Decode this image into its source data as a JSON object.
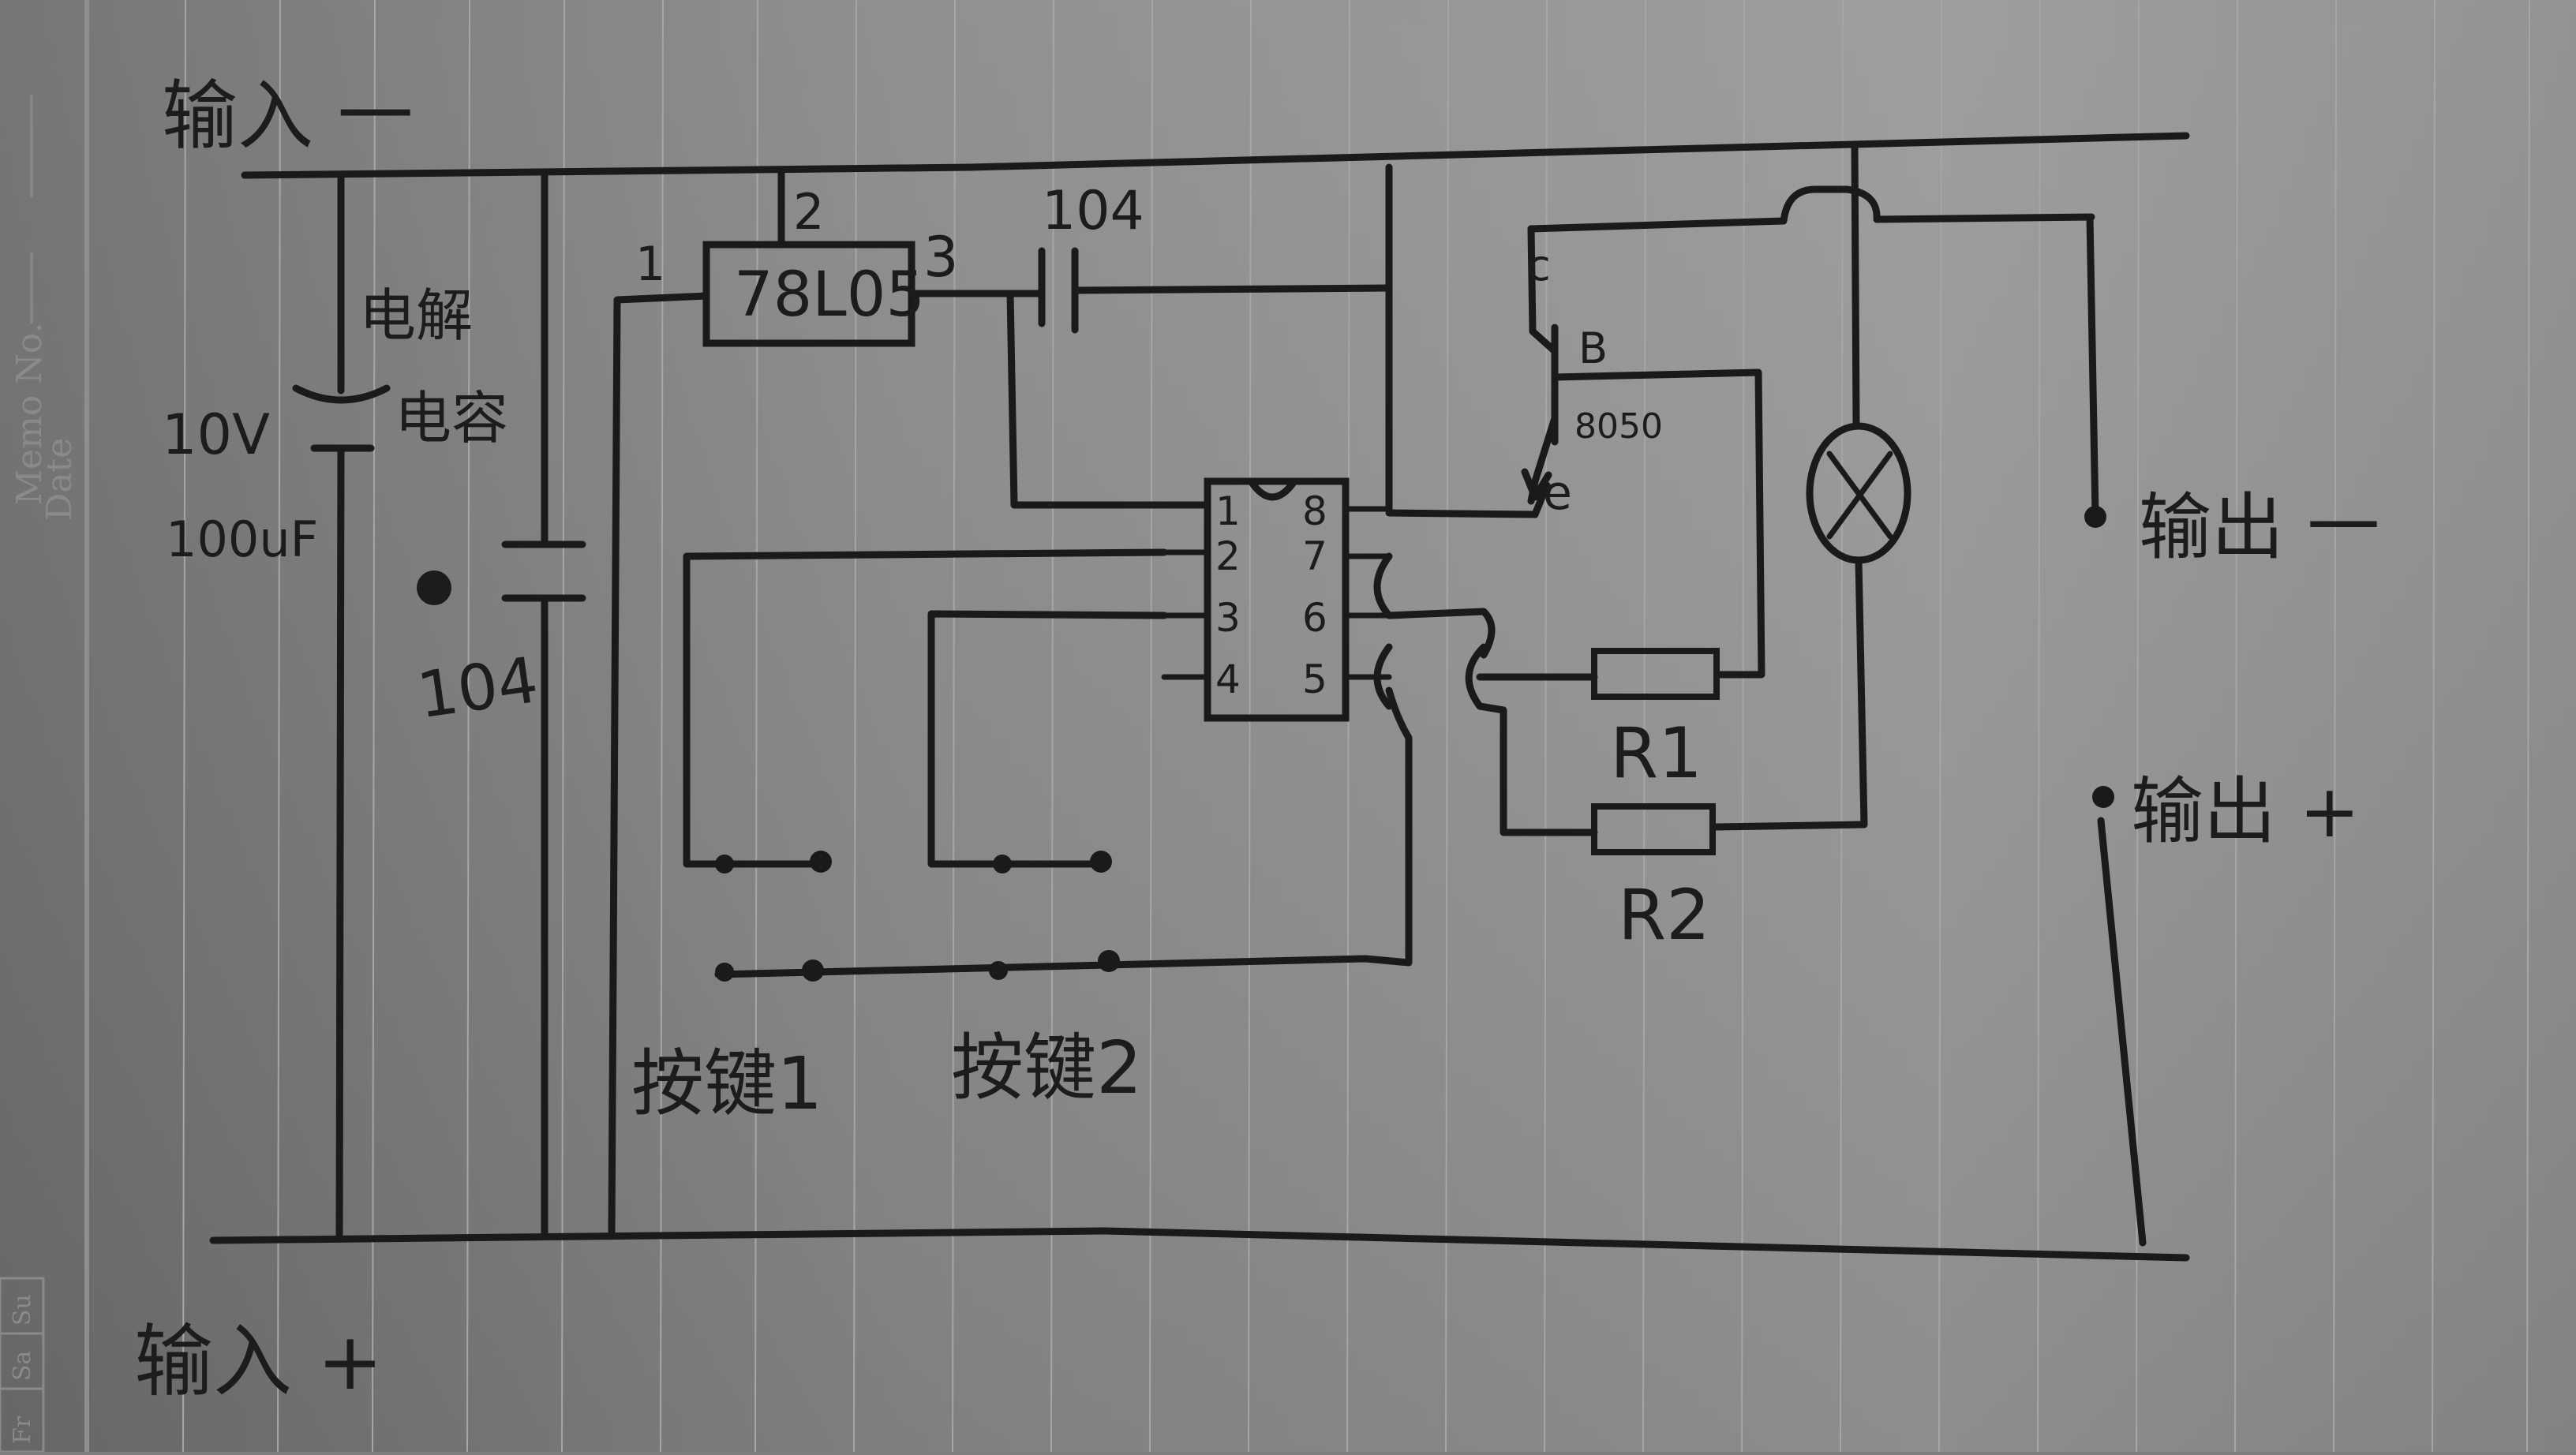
{
  "notebook": {
    "memo_no_label": "Memo No.",
    "date_label": "Date",
    "weekday_labels": [
      "Fr",
      "Sa",
      "Su"
    ]
  },
  "circuit": {
    "input_minus_label": "输入 一",
    "input_plus_label": "输入 +",
    "output_minus_label": "输出 一",
    "output_plus_label": "输出 +",
    "electrolytic_label_1": "电解",
    "electrolytic_label_2": "电容",
    "electrolytic_voltage": "10V",
    "electrolytic_capacitance": "100uF",
    "bypass_cap_value_left": "104",
    "bypass_cap_value_top": "104",
    "regulator_label": "78L05",
    "regulator_pin_1": "1",
    "regulator_pin_2": "2",
    "regulator_pin_3": "3",
    "ic_pins_left": [
      "1",
      "2",
      "3",
      "4"
    ],
    "ic_pins_right": [
      "8",
      "7",
      "6",
      "5"
    ],
    "transistor_model": "8050",
    "transistor_c": "c",
    "transistor_b": "B",
    "transistor_e": "e",
    "resistor_1_label": "R1",
    "resistor_2_label": "R2",
    "button_1_label": "按键1",
    "button_2_label": "按键2"
  }
}
